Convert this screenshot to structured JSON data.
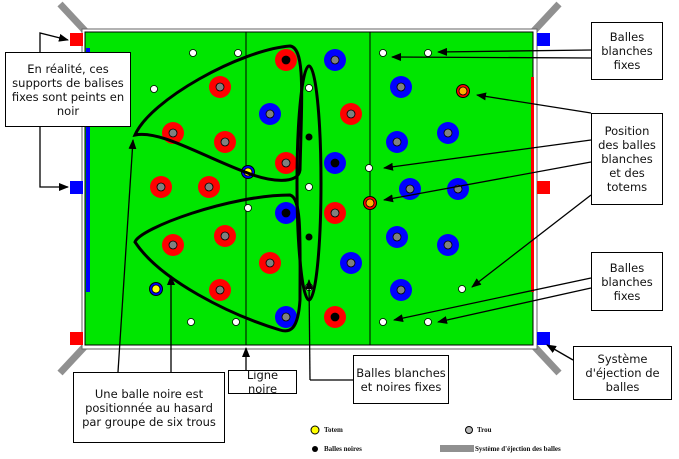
{
  "callouts": {
    "supports_noir": "En réalité, ces supports de balises fixes sont peints en noir",
    "balles_fixes_top": "Balles blanches fixes",
    "position": "Position des balles blanches et des totems",
    "balles_fixes_bottom": "Balles blanches fixes",
    "ejection": "Système d'éjection de balles",
    "balle_noire_hasard": "Une balle noire est positionnée au hasard par groupe de six trous",
    "ligne_noire": "Ligne noire",
    "blanches_noires_fixes": "Balles blanches et noires fixes"
  },
  "legend": {
    "totem": "Totem",
    "trou": "Trou",
    "balles_noires": "Balles noires",
    "ejection": "Système d'éjection des balles"
  },
  "colors": {
    "field": "#00e600",
    "red": "#ff0000",
    "blue": "#0000ff",
    "hole": "#808080",
    "totem": "#ffff00",
    "totem_orange": "#ffb000",
    "ejector": "#909090"
  }
}
